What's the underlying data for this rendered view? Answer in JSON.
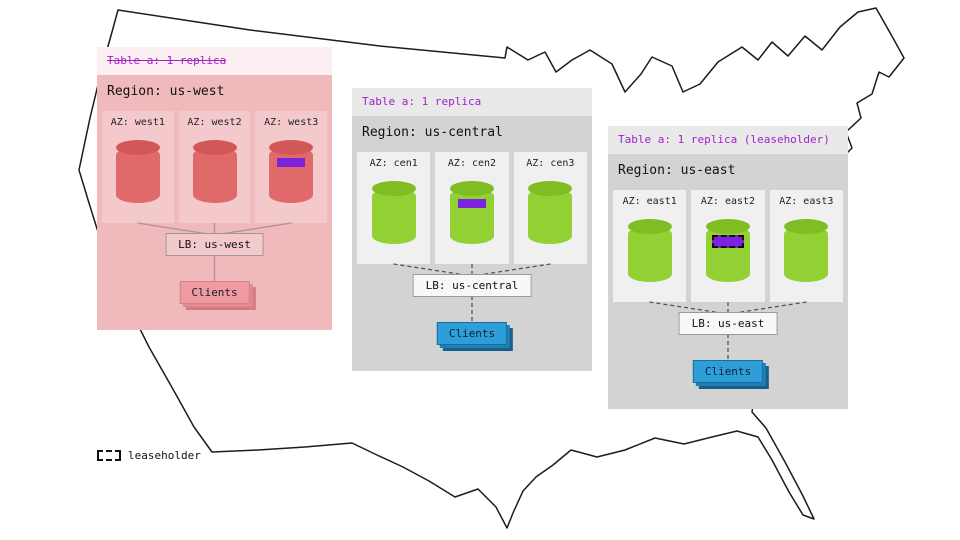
{
  "legend": {
    "label": "leaseholder"
  },
  "colors": {
    "purple_text": "#a21fcb",
    "replica_purple": "#7d22dd",
    "green": "#92d133",
    "red": "#e06a6a",
    "blue": "#2e9ed8"
  },
  "regions": [
    {
      "id": "us-west",
      "table_label": "Table a: 1 replica",
      "table_strikethrough": true,
      "region_label": "Region: us-west",
      "azs": [
        {
          "label": "AZ: west1",
          "replica": false,
          "leaseholder": false
        },
        {
          "label": "AZ: west2",
          "replica": false,
          "leaseholder": false
        },
        {
          "label": "AZ: west3",
          "replica": true,
          "leaseholder": false
        }
      ],
      "lb_label": "LB: us-west",
      "clients_label": "Clients"
    },
    {
      "id": "us-central",
      "table_label": "Table a: 1 replica",
      "table_strikethrough": false,
      "region_label": "Region: us-central",
      "azs": [
        {
          "label": "AZ: cen1",
          "replica": false,
          "leaseholder": false
        },
        {
          "label": "AZ: cen2",
          "replica": true,
          "leaseholder": false
        },
        {
          "label": "AZ: cen3",
          "replica": false,
          "leaseholder": false
        }
      ],
      "lb_label": "LB: us-central",
      "clients_label": "Clients"
    },
    {
      "id": "us-east",
      "table_label": "Table a: 1 replica (leaseholder)",
      "table_strikethrough": false,
      "region_label": "Region: us-east",
      "azs": [
        {
          "label": "AZ: east1",
          "replica": false,
          "leaseholder": false
        },
        {
          "label": "AZ: east2",
          "replica": true,
          "leaseholder": true
        },
        {
          "label": "AZ: east3",
          "replica": false,
          "leaseholder": false
        }
      ],
      "lb_label": "LB: us-east",
      "clients_label": "Clients"
    }
  ]
}
